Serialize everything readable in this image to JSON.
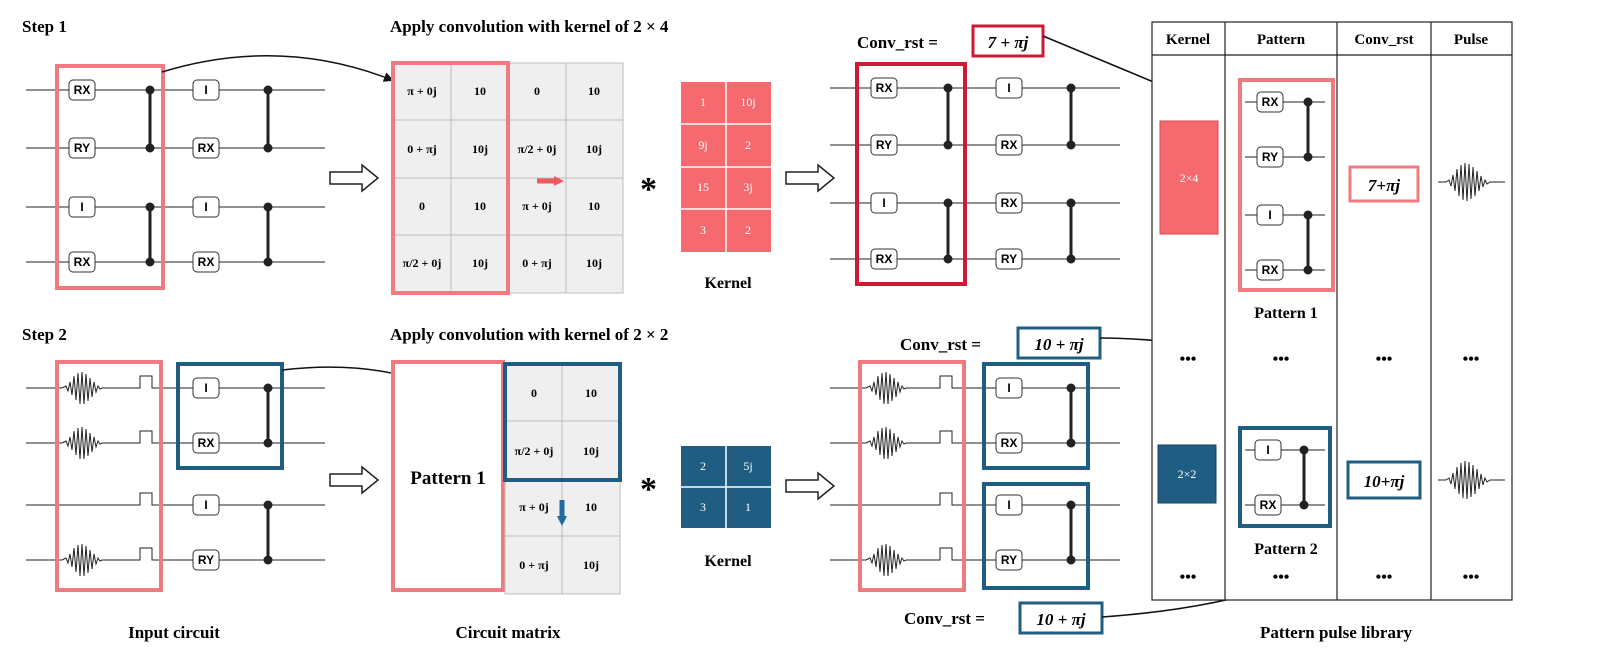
{
  "colors": {
    "pink": "#ef7b80",
    "pink_fill": "#f5696f",
    "red_dark": "#cf1a35",
    "blue": "#1f5e82",
    "blue_fill": "#1f5e82",
    "grid_fill": "#efefef",
    "grid_line": "#bdbdbd"
  },
  "step1": {
    "label": "Step 1",
    "title": "Apply convolution with kernel of  2 × 4",
    "matrix_col1": [
      "π + 0j",
      "0 + πj",
      "0",
      "π/2 + 0j"
    ],
    "matrix_col2": [
      "10",
      "10j",
      "10",
      "10j"
    ],
    "matrix_col3": [
      "0",
      "π/2 + 0j",
      "π + 0j",
      "0 + πj"
    ],
    "matrix_col4": [
      "10",
      "10j",
      "10",
      "10j"
    ],
    "kernel": [
      "1",
      "10j",
      "9j",
      "2",
      "15",
      "3j",
      "3",
      "2"
    ],
    "kernel_label": "Kernel",
    "conv_label": "Conv_rst =",
    "conv_value": "7 + πj"
  },
  "step2": {
    "label": "Step 2",
    "title": "Apply convolution with kernel of  2 × 2",
    "pattern_label": "Pattern 1",
    "matrix_col3": [
      "0",
      "π/2 + 0j",
      "π + 0j",
      "0 + πj"
    ],
    "matrix_col4": [
      "10",
      "10j",
      "10",
      "10j"
    ],
    "kernel": [
      "2",
      "5j",
      "3",
      "1"
    ],
    "kernel_label": "Kernel",
    "conv_label": "Conv_rst =",
    "conv_value": "10 + πj",
    "conv_label_bottom": "Conv_rst =",
    "conv_value_bottom": "10 + πj"
  },
  "gates": {
    "rx": "RX",
    "ry": "RY",
    "id": "I"
  },
  "captions": {
    "input": "Input circuit",
    "matrix": "Circuit matrix",
    "library": "Pattern pulse library"
  },
  "library": {
    "headers": [
      "Kernel",
      "Pattern",
      "Conv_rst",
      "Pulse"
    ],
    "row1": {
      "kernel": "2×4",
      "pattern": "Pattern 1",
      "conv": "7+πj"
    },
    "row2": {
      "kernel": "2×2",
      "pattern": "Pattern 2",
      "conv": "10+πj"
    },
    "dots": "•••"
  },
  "symbols": {
    "star": "*"
  }
}
